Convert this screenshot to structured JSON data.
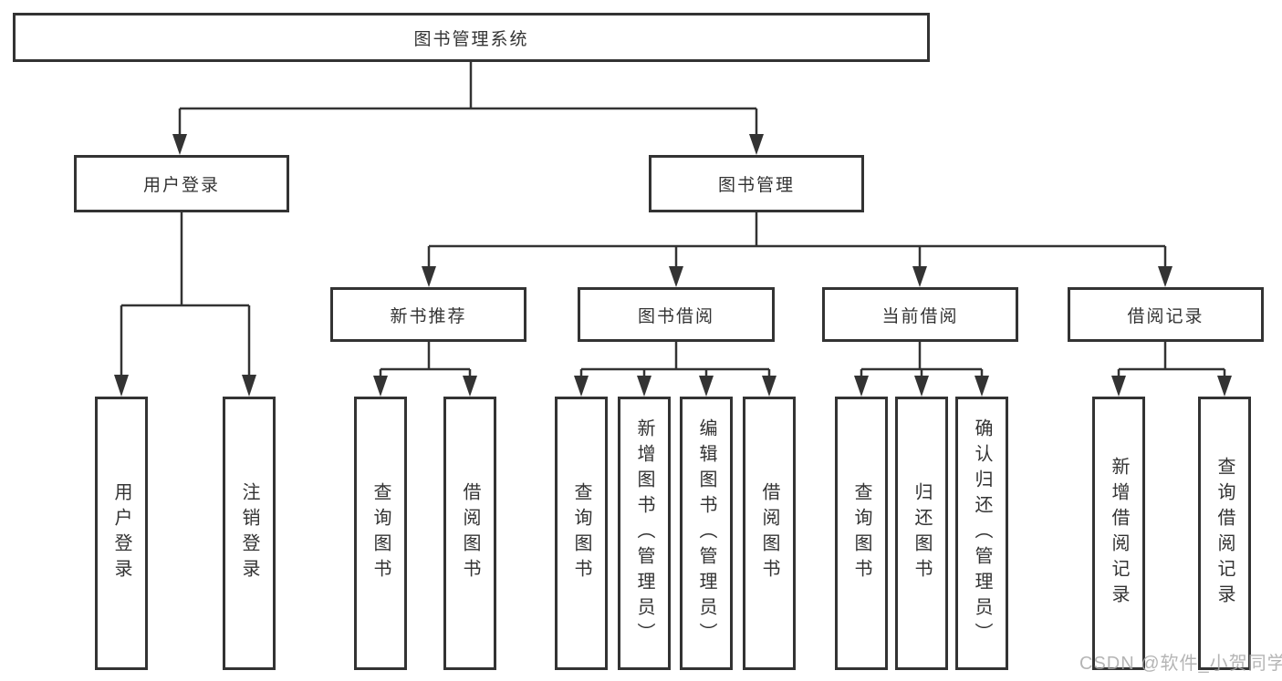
{
  "root": {
    "label": "图书管理系统"
  },
  "user_login": {
    "label": "用户登录",
    "children": {
      "login": "用户登录",
      "logout": "注销登录"
    }
  },
  "book_management": {
    "label": "图书管理",
    "modules": {
      "new_book_recommend": {
        "label": "新书推荐",
        "children": {
          "query_books": "查询图书",
          "borrow_books": "借阅图书"
        }
      },
      "book_borrow": {
        "label": "图书借阅",
        "children": {
          "query_books": "查询图书",
          "add_books_admin": "新增图书（管理员）",
          "edit_books_admin": "编辑图书（管理员）",
          "borrow_books": "借阅图书"
        }
      },
      "current_borrow": {
        "label": "当前借阅",
        "children": {
          "query_books": "查询图书",
          "return_books": "归还图书",
          "confirm_return_admin": "确认归还（管理员）"
        }
      },
      "borrow_records": {
        "label": "借阅记录",
        "children": {
          "add_borrow_record": "新增借阅记录",
          "query_borrow_record": "查询借阅记录"
        }
      }
    }
  },
  "watermark": "CSDN @软件_小贺同学",
  "colors": {
    "line": "#333333",
    "text": "#333333",
    "watermark": "#a8a8a8",
    "background": "#ffffff"
  }
}
